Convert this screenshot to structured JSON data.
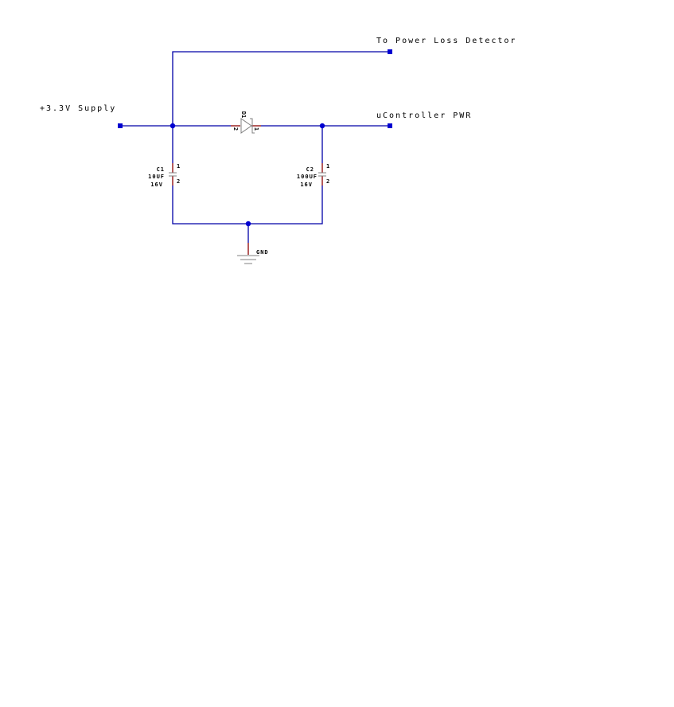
{
  "nets": {
    "supply": "+3.3V Supply",
    "power_loss": "To Power Loss Detector",
    "ucontroller": "uController PWR",
    "gnd": "GND"
  },
  "components": {
    "d1": {
      "ref": "D1",
      "pin_anode": "2",
      "pin_cathode": "1"
    },
    "c1": {
      "ref": "C1",
      "value": "10UF",
      "voltage": "16V",
      "pin1": "1",
      "pin2": "2"
    },
    "c2": {
      "ref": "C2",
      "value": "100UF",
      "voltage": "16V",
      "pin1": "1",
      "pin2": "2"
    }
  },
  "colors": {
    "wire": "#0000a8",
    "pin": "#8b0000",
    "part": "#808080"
  }
}
